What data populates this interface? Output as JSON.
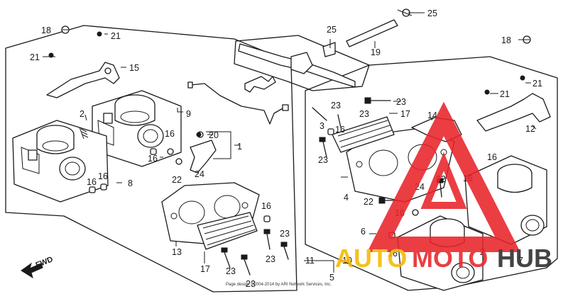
{
  "diagram": {
    "callouts": {
      "n18a": "18",
      "n21a": "21",
      "n21b": "21",
      "n15": "15",
      "n2a": "2",
      "n9": "9",
      "n16a": "16",
      "n16b": "16",
      "n20": "20",
      "n1": "1",
      "n22a": "22",
      "n24a": "24",
      "n16c": "16",
      "n16d": "16",
      "n8": "8",
      "n13": "13",
      "n17a": "17",
      "n23a": "23",
      "n23b": "23",
      "n16e": "16",
      "n23c": "23",
      "n23d": "23",
      "n25a": "25",
      "n25b": "25",
      "n19": "19",
      "n18b": "18",
      "n21c": "21",
      "n21d": "21",
      "n12": "12",
      "n23e": "23",
      "n23f": "23",
      "n23g": "23",
      "n17b": "17",
      "n14": "14",
      "n3": "3",
      "n16f": "16",
      "n23h": "23",
      "n4": "4",
      "n22b": "22",
      "n22c": "22",
      "n24b": "24",
      "n16g": "16",
      "n16h": "16",
      "n16i": "16",
      "n6": "6",
      "n2b": "2",
      "n16j": "16",
      "n7": "7",
      "n11": "11",
      "n10": "10",
      "n5": "5"
    },
    "fwd_label": "FWD",
    "copyright": "Page design ©2004-2014 by ARI Network Services, Inc."
  },
  "watermark": {
    "part1": "AUTO",
    "part2": "MOTO",
    "part3": "HUB",
    "color_red": "#e8242a",
    "color_yellow": "#f5b800",
    "color_dark": "#2b2b2b"
  }
}
